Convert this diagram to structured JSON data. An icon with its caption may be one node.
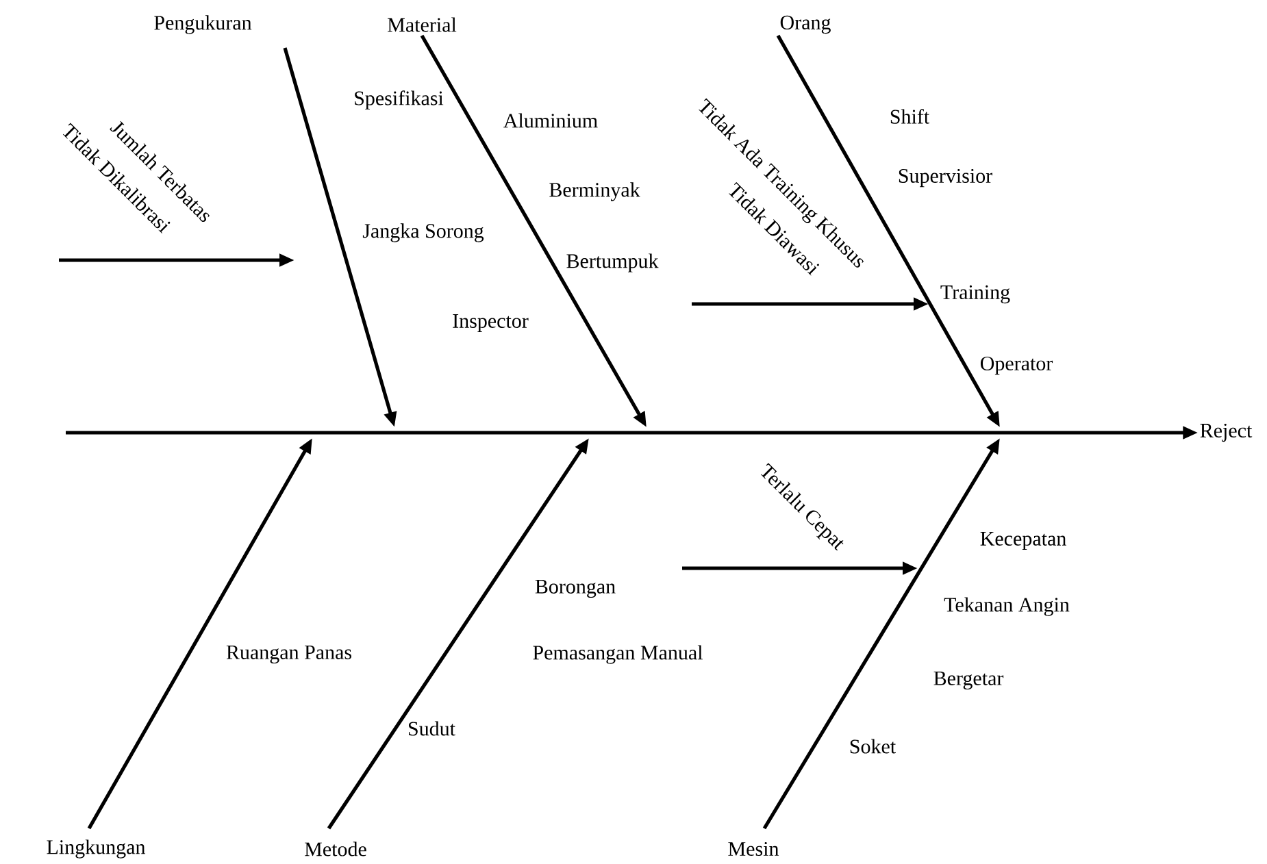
{
  "diagram": {
    "nodes": [
      {
        "text": [
          "Pengukuran"
        ]
      },
      {
        "text": [
          "Material"
        ]
      },
      {
        "text": [
          "Orang"
        ]
      },
      {
        "text": [
          "Reject"
        ]
      },
      {
        "text": [
          "Lingkungan"
        ]
      },
      {
        "text": [
          "Metode"
        ]
      },
      {
        "text": [
          "Mesin"
        ]
      }
    ],
    "edges": [
      {
        "from": null,
        "to": 3,
        "arrow": "to"
      },
      {
        "from": 0,
        "to": null,
        "arrow": "to"
      },
      {
        "from": 1,
        "to": null,
        "arrow": "to"
      },
      {
        "from": 2,
        "to": null,
        "arrow": "to"
      },
      {
        "from": 4,
        "to": null,
        "arrow": "to"
      },
      {
        "from": 5,
        "to": null,
        "arrow": "to"
      },
      {
        "from": 6,
        "to": null,
        "arrow": "to"
      }
    ],
    "labels": [
      "Jumlah Terbatas",
      "Tidak Dikalibrasi",
      "Spesifikasi",
      "Aluminium",
      "Berminyak",
      "Jangka Sorong",
      "Bertumpuk",
      "Inspector",
      "Tidak Ada Training Khusus",
      "Tidak Diawasi",
      "Shift",
      "Supervisior",
      "Training",
      "Operator",
      "Terlalu Cepat",
      "Kecepatan",
      "Tekanan Angin",
      "Ruangan Panas",
      "Borongan",
      "Pemasangan Manual",
      "Bergetar",
      "Sudut",
      "Soket"
    ]
  }
}
